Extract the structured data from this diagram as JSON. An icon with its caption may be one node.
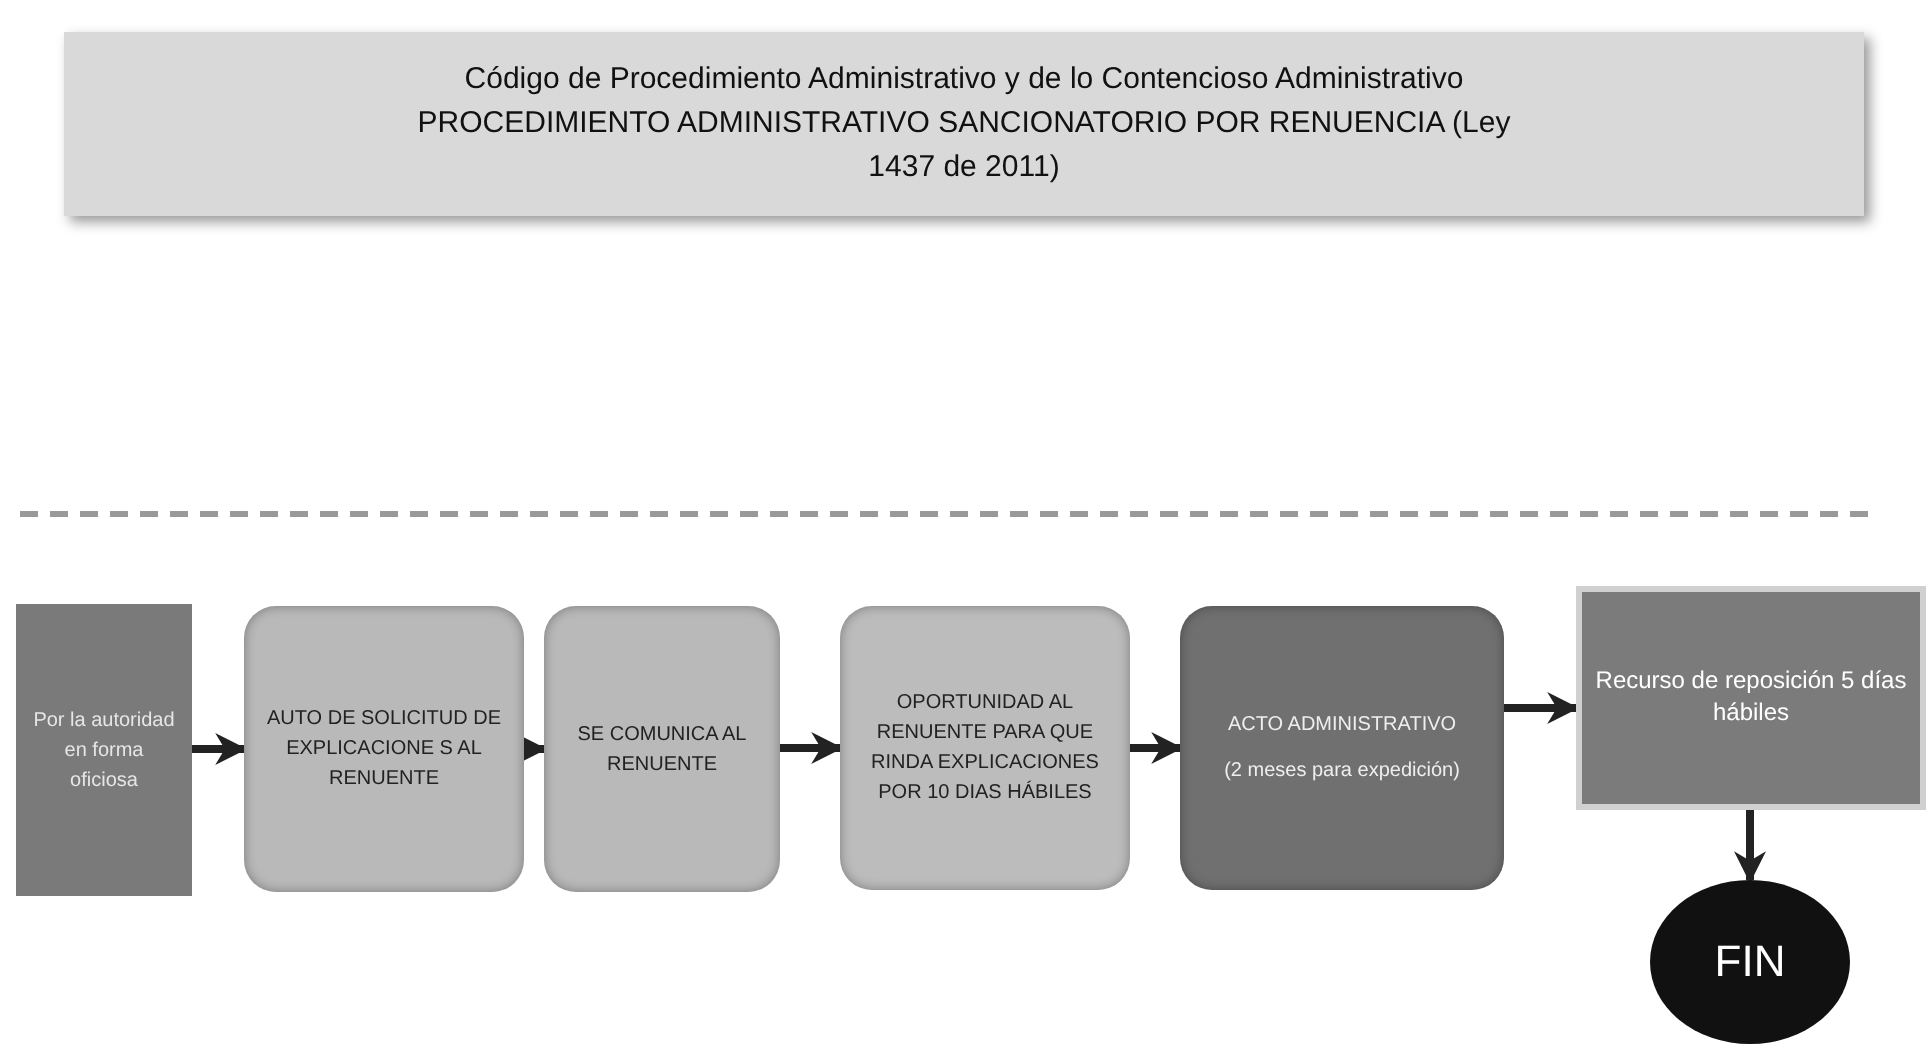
{
  "diagram": {
    "title": "Código de Procedimiento Administrativo y de lo Contencioso Administrativo PROCEDIMIENTO ADMINISTRATIVO SANCIONATORIO POR RENUENCIA (Ley 1437 de 2011)",
    "nodes": [
      {
        "text": [
          "Por la autoridad en forma oficiosa"
        ]
      },
      {
        "text": [
          "AUTO DE SOLICITUD DE EXPLICACIONE S AL RENUENTE"
        ]
      },
      {
        "text": [
          "SE COMUNICA AL RENUENTE"
        ]
      },
      {
        "text": [
          "OPORTUNIDAD AL RENUENTE PARA QUE RINDA EXPLICACIONES POR 10 DIAS HÁBILES"
        ]
      },
      {
        "text": [
          "ACTO ADMINISTRATIVO",
          "(2 meses para expedición)"
        ]
      },
      {
        "text": [
          "Recurso de reposición 5 días hábiles"
        ]
      },
      {
        "text": [
          "FIN"
        ]
      }
    ],
    "edges": [
      {
        "from": 0,
        "to": 1,
        "arrow": "to"
      },
      {
        "from": 1,
        "to": 2,
        "arrow": "to"
      },
      {
        "from": 2,
        "to": 3,
        "arrow": "to"
      },
      {
        "from": 3,
        "to": 4,
        "arrow": "to"
      },
      {
        "from": 4,
        "to": 5,
        "arrow": "to"
      },
      {
        "from": 5,
        "to": 6,
        "arrow": "to"
      }
    ]
  }
}
